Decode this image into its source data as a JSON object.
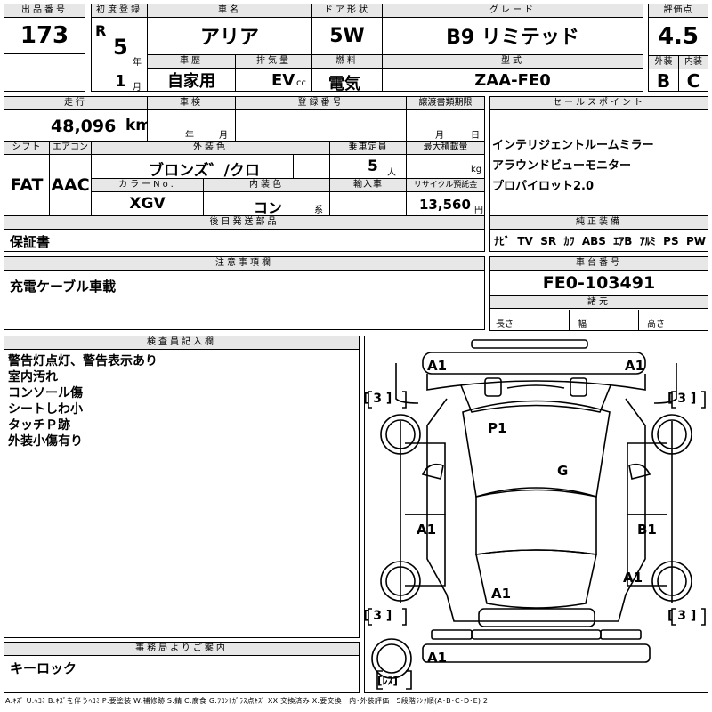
{
  "header": {
    "lot_no_label": "出品番号",
    "lot_no": "173",
    "first_reg_label": "初度登録",
    "era": "R",
    "year_value": "5",
    "year_unit": "年",
    "month_value": "1",
    "month_unit": "月",
    "car_name_label": "車名",
    "car_name": "アリア",
    "door_label": "ドア形状",
    "door": "5W",
    "grade_label": "グレード",
    "grade": "B9 リミテッド",
    "score_label": "評価点",
    "score": "4.5",
    "history_label": "車歴",
    "history": "自家用",
    "displacement_label": "排気量",
    "displacement": "EV",
    "displacement_unit": "cc",
    "fuel_label": "燃料",
    "fuel": "電気",
    "model_label": "型式",
    "model": "ZAA-FE0",
    "exterior_label": "外装",
    "exterior_grade": "B",
    "interior_label": "内装",
    "interior_grade": "C"
  },
  "mid": {
    "mileage_label": "走行",
    "mileage": "48,096",
    "mileage_unit": "km",
    "inspection_label": "車検",
    "insp_year": "年",
    "insp_month": "月",
    "reg_no_label": "登録番号",
    "transfer_label": "譲渡書類期限",
    "trans_month": "月",
    "trans_day": "日",
    "shift_label": "シフト",
    "shift": "FAT",
    "ac_label": "エアコン",
    "ac": "AAC",
    "ext_color_label": "外装色",
    "ext_color": "ブロンズ゛/クロ",
    "capacity_label": "乗車定員",
    "capacity": "5",
    "capacity_unit": "人",
    "max_load_label": "最大積載量",
    "max_load_unit": "kg",
    "color_no_label": "カラーNo.",
    "color_no": "XGV",
    "int_color_label": "内装色",
    "int_color": "コン",
    "int_color_suffix": "系",
    "import_label": "輸入車",
    "recycle_label": "リサイクル預託金",
    "recycle": "13,560",
    "recycle_unit": "円",
    "later_label": "後日発送部品",
    "later": "保証書",
    "sales_label": "セールスポイント",
    "sales_points": [
      "インテリジェントルームミラー",
      "アラウンドビューモニター",
      "プロパイロット2.0"
    ],
    "equip_label": "純正装備",
    "equipment": [
      "ﾅﾋﾞ",
      "TV",
      "SR",
      "ｶﾜ",
      "ABS",
      "ｴｱB",
      "ｱﾙﾐ",
      "PS",
      "PW"
    ]
  },
  "notes": {
    "caution_label": "注意事項欄",
    "caution": "充電ケーブル車載",
    "chassis_label": "車台番号",
    "chassis": "FE0-103491",
    "spec_label": "諸元",
    "length_label": "長さ",
    "width_label": "幅",
    "height_label": "高さ"
  },
  "inspector": {
    "label": "検査員記入欄",
    "lines": [
      "警告灯点灯、警告表示あり",
      "室内汚れ",
      "コンソール傷",
      "シートしわ小",
      "タッチＰ跡",
      "外装小傷有り"
    ]
  },
  "office": {
    "label": "事務局よりご案内",
    "text": "キーロック"
  },
  "diagram": {
    "marks": [
      "A1",
      "A1",
      "P1",
      "G",
      "A1",
      "B1",
      "A1",
      "A1",
      "A1"
    ],
    "tires": [
      "[ 3 ]",
      "[ 3 ]",
      "[ 3 ]",
      "[ 3 ]"
    ],
    "spare": "[ﾚｽ]"
  },
  "legend": "A:ｷｽﾞ U:ﾍｺﾐ B:ｷｽﾞを伴うﾍｺﾐ P:要塗装 W:補修跡 S:錆 C:腐食 G:ﾌﾛﾝﾄｶﾞﾗｽ点ｷｽﾞ XX:交換済み X:要交換　内･外装評価　5段階ﾗﾝｸ順(A･B･C･D･E) 2"
}
